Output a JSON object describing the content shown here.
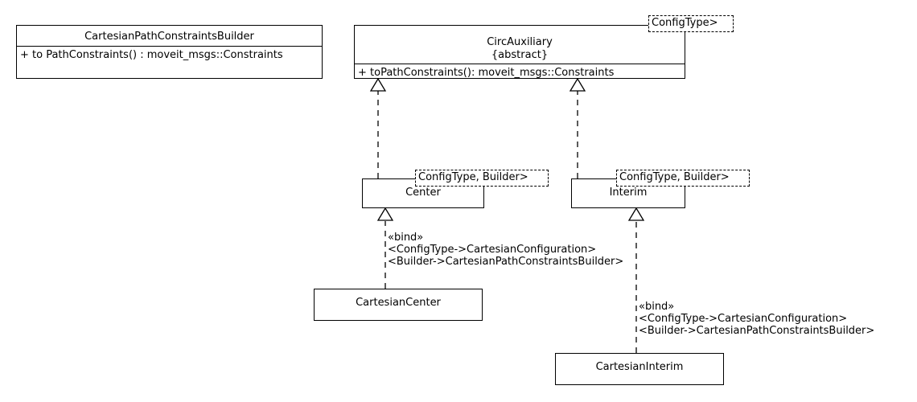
{
  "diagram": {
    "type": "uml-class-diagram",
    "background_color": "#ffffff",
    "line_color": "#000000",
    "text_color": "#000000"
  },
  "classes": {
    "builder": {
      "name": "CartesianPathConstraintsBuilder",
      "members": [
        "+ to PathConstraints() : moveit_msgs::Constraints"
      ]
    },
    "circ_auxiliary": {
      "name": "CircAuxiliary",
      "abstract_tag": "{abstract}",
      "template_param": "ConfigType>",
      "members": [
        "+ toPathConstraints(): moveit_msgs::Constraints"
      ]
    },
    "center": {
      "name": "Center",
      "template_param": "ConfigType, Builder>"
    },
    "interim": {
      "name": "Interim",
      "template_param": "ConfigType, Builder>"
    },
    "cartesian_center": {
      "name": "CartesianCenter"
    },
    "cartesian_interim": {
      "name": "CartesianInterim"
    }
  },
  "bind_notes": {
    "center_bind": {
      "stereotype": "«bind»",
      "line1": "<ConfigType->CartesianConfiguration>",
      "line2": "<Builder->CartesianPathConstraintsBuilder>"
    },
    "interim_bind": {
      "stereotype": "«bind»",
      "line1": "<ConfigType->CartesianConfiguration>",
      "line2": "<Builder->CartesianPathConstraintsBuilder>"
    }
  }
}
